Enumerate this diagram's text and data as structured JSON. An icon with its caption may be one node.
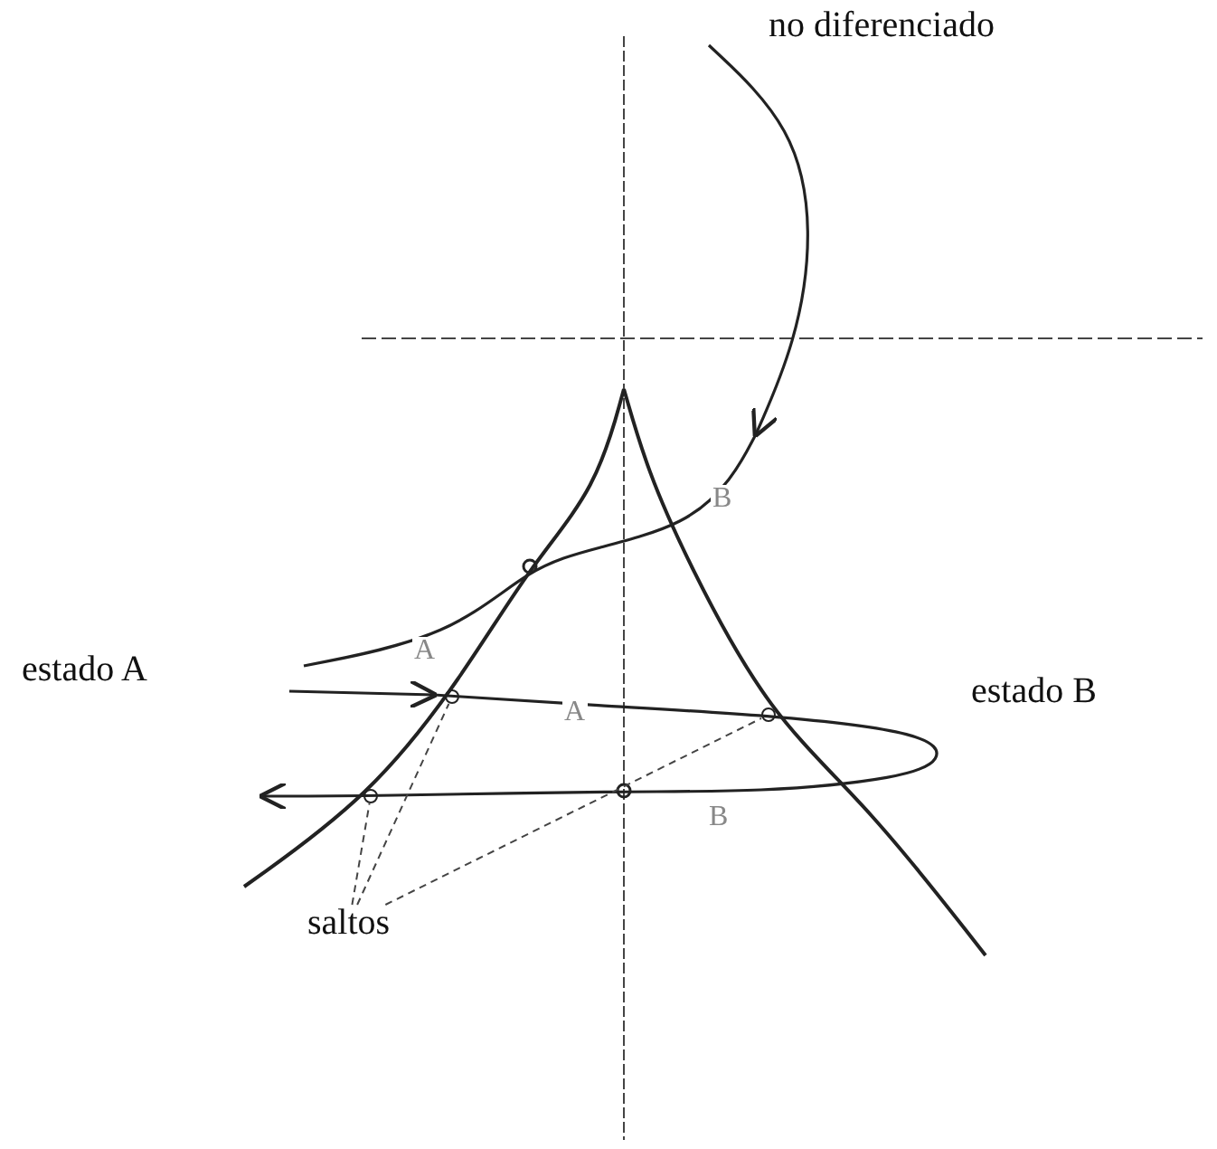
{
  "diagram": {
    "nodes": [
      {
        "text": [
          "saltos"
        ]
      },
      {
        "text": [],
        "shape": "circle"
      },
      {
        "text": [],
        "shape": "circle"
      },
      {
        "text": [],
        "shape": "circle"
      }
    ],
    "edges": [
      {
        "from": 0,
        "to": 1,
        "arrow": "none",
        "style": "dashed"
      },
      {
        "from": 0,
        "to": 2,
        "arrow": "none",
        "style": "dashed"
      },
      {
        "from": 0,
        "to": 3,
        "arrow": "none",
        "style": "dashed"
      }
    ],
    "labels": [
      "no diferenciado",
      "B",
      "A",
      "estado A",
      "A",
      "estado B",
      "B"
    ]
  }
}
